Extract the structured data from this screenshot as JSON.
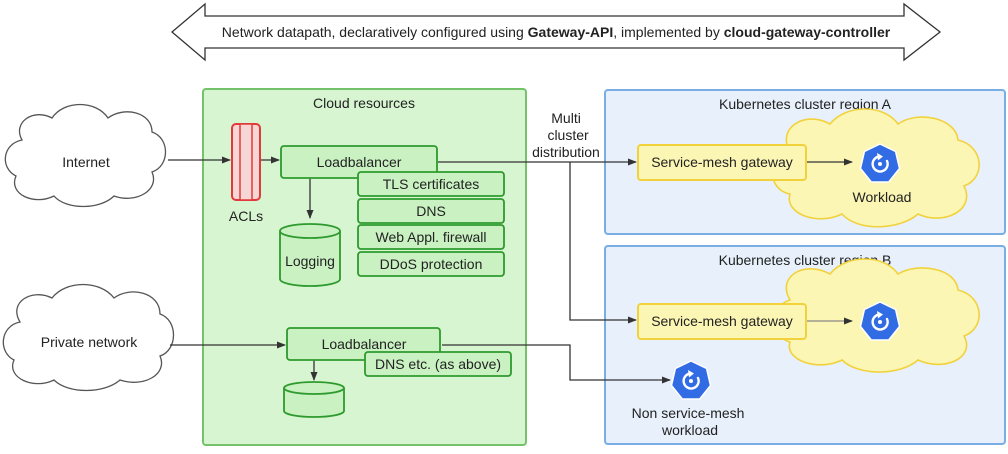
{
  "banner": {
    "prefix": "Network datapath, declaratively configured using ",
    "gateway_api": "Gateway-API",
    "middle": ", implemented by ",
    "controller": "cloud-gateway-controller"
  },
  "cloud": {
    "title": "Cloud resources",
    "acl_label": "ACLs",
    "lb_primary": "Loadbalancer",
    "lb_features": [
      "TLS certificates",
      "DNS",
      "Web Appl. firewall",
      "DDoS protection"
    ],
    "logging_label": "Logging",
    "lb_secondary": "Loadbalancer",
    "lb_secondary_note": "DNS etc. (as above)"
  },
  "external": {
    "internet": "Internet",
    "private_network": "Private network"
  },
  "distribution": {
    "lines": [
      "Multi",
      "cluster",
      "distribution"
    ]
  },
  "cluster_a": {
    "title": "Kubernetes cluster region A",
    "gateway": "Service-mesh gateway",
    "workload": "Workload"
  },
  "cluster_b": {
    "title": "Kubernetes cluster region B",
    "gateway": "Service-mesh gateway"
  },
  "standalone": {
    "lines": [
      "Non service-mesh",
      "workload"
    ]
  },
  "colors": {
    "cloud_zone_fill": "#d6f5d0",
    "cloud_zone_stroke": "#74c26a",
    "box_fill": "#c9f1c1",
    "box_stroke": "#2e9a2e",
    "cluster_fill": "#e7f0fb",
    "cluster_stroke": "#78aee3",
    "yellow_fill": "#fcf6b4",
    "yellow_stroke": "#f2d23c",
    "acl_fill": "#f7d6d6",
    "acl_stroke": "#e23a3a",
    "k8s_blue": "#326ce5"
  },
  "icons": [
    "bidirectional-arrow-icon",
    "cloud-icon",
    "firewall-icon",
    "database-icon",
    "kubernetes-icon"
  ]
}
